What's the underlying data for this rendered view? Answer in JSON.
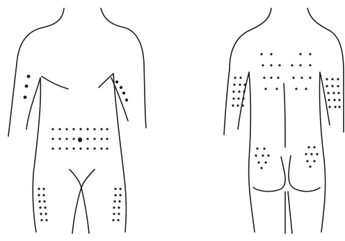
{
  "figure": {
    "views": [
      {
        "id": "front",
        "marker_style": "dot"
      },
      {
        "id": "back",
        "marker_style": "dot"
      }
    ],
    "colors": {
      "outline": "#1c1c1c",
      "marker": "#1a1a1a",
      "background": "#ffffff"
    }
  }
}
